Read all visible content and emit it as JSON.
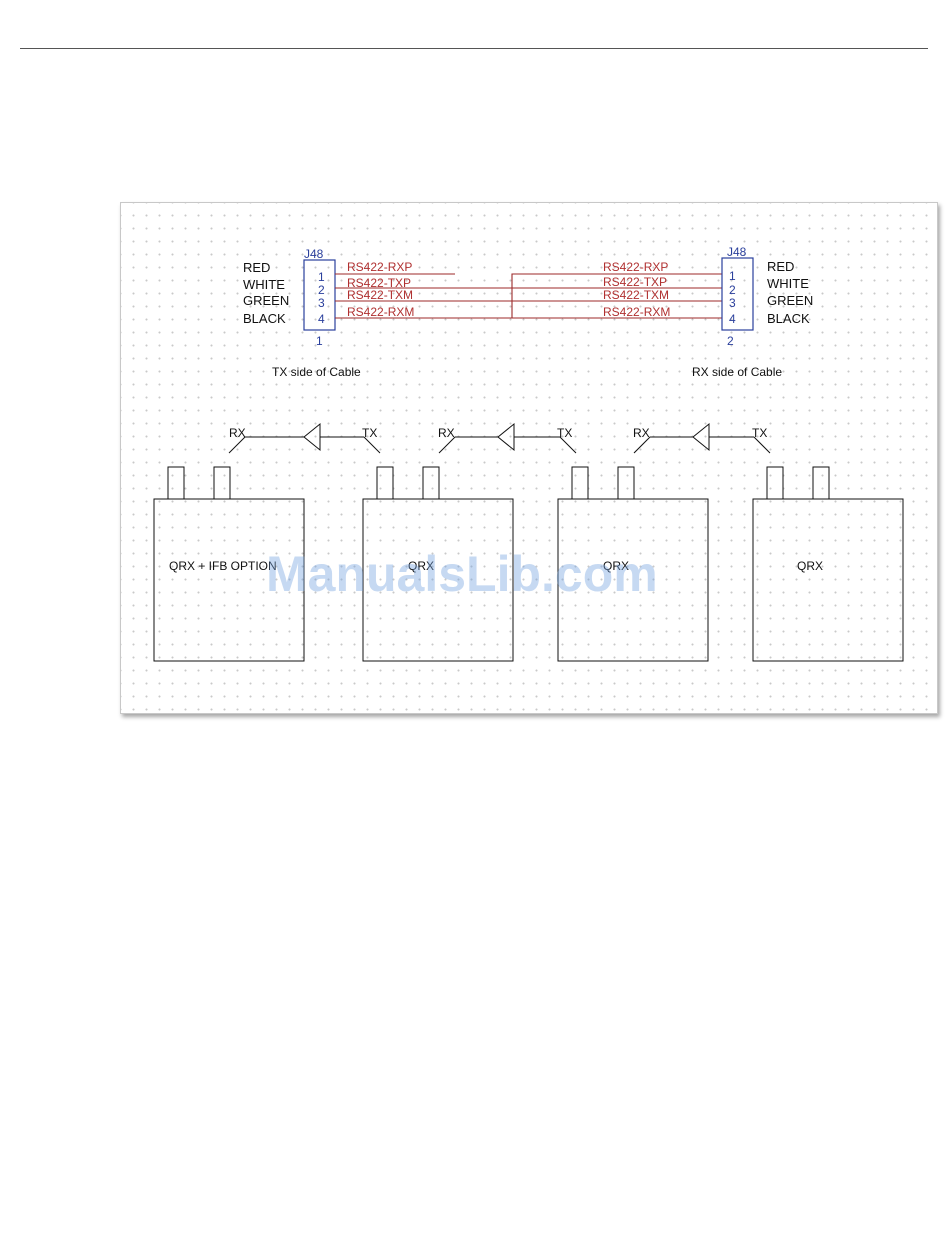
{
  "connectors": {
    "left": {
      "ref": "J48",
      "number": "1",
      "pins": [
        "1",
        "2",
        "3",
        "4"
      ],
      "wire_colors": [
        "RED",
        "WHITE",
        "GREEN",
        "BLACK"
      ],
      "nets": [
        "RS422-RXP",
        "RS422-TXP",
        "RS422-TXM",
        "RS422-RXM"
      ],
      "caption": "TX side of Cable"
    },
    "right": {
      "ref": "J48",
      "number": "2",
      "pins": [
        "1",
        "2",
        "3",
        "4"
      ],
      "wire_colors": [
        "RED",
        "WHITE",
        "GREEN",
        "BLACK"
      ],
      "nets": [
        "RS422-RXP",
        "RS422-TXP",
        "RS422-TXM",
        "RS422-RXM"
      ],
      "caption": "RX side of Cable"
    }
  },
  "links": [
    {
      "rx": "RX",
      "tx": "TX"
    },
    {
      "rx": "RX",
      "tx": "TX"
    },
    {
      "rx": "RX",
      "tx": "TX"
    }
  ],
  "units": [
    {
      "label": "QRX + IFB OPTION"
    },
    {
      "label": "QRX"
    },
    {
      "label": "QRX"
    },
    {
      "label": "QRX"
    }
  ],
  "watermark": "ManualsLib.com",
  "colors": {
    "net_text": "#b03030",
    "net_wire": "#9c2a2a",
    "connector": "#2a3f9c",
    "ink": "#111111",
    "watermark": "#78a5e1"
  }
}
